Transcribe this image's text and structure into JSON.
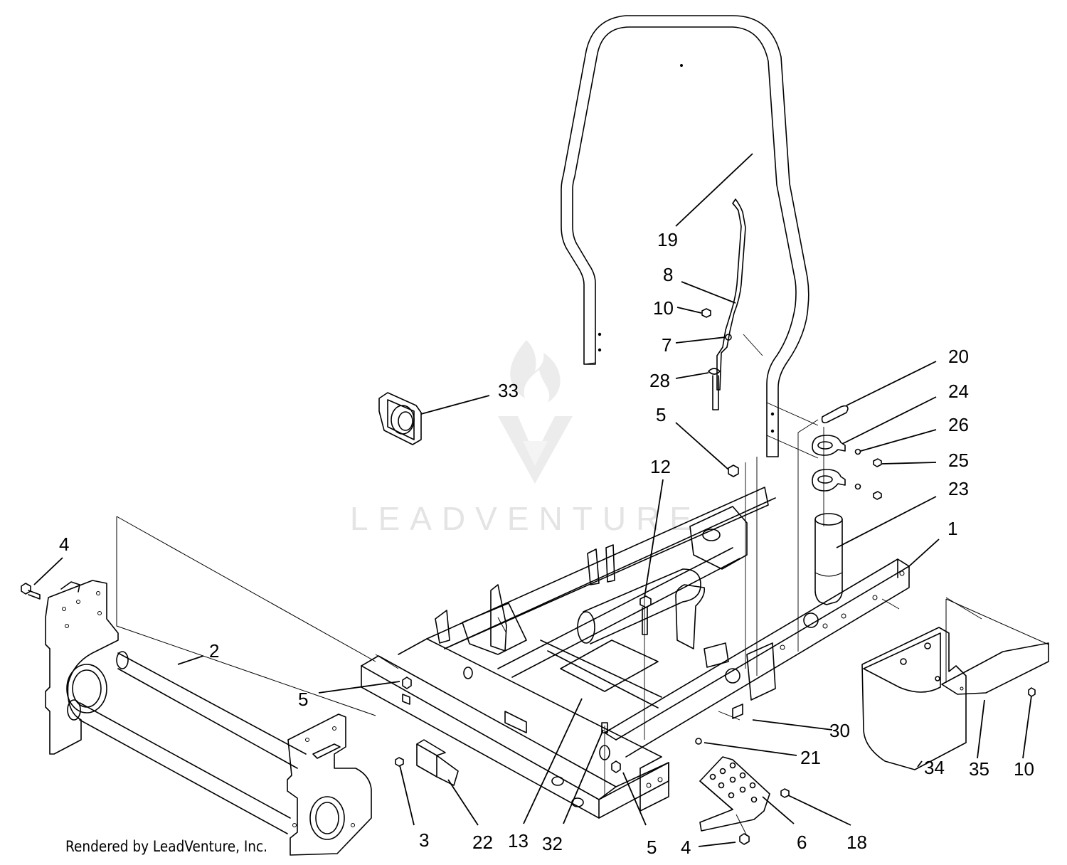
{
  "diagram": {
    "watermark": "LEADVENTURE",
    "credit": "Rendered by LeadVenture, Inc.",
    "callouts": [
      {
        "id": "c19",
        "label": "19"
      },
      {
        "id": "c8",
        "label": "8"
      },
      {
        "id": "c10a",
        "label": "10"
      },
      {
        "id": "c7",
        "label": "7"
      },
      {
        "id": "c28",
        "label": "28"
      },
      {
        "id": "c33",
        "label": "33"
      },
      {
        "id": "c20",
        "label": "20"
      },
      {
        "id": "c24",
        "label": "24"
      },
      {
        "id": "c26",
        "label": "26"
      },
      {
        "id": "c25",
        "label": "25"
      },
      {
        "id": "c23",
        "label": "23"
      },
      {
        "id": "c5a",
        "label": "5"
      },
      {
        "id": "c12",
        "label": "12"
      },
      {
        "id": "c1",
        "label": "1"
      },
      {
        "id": "c4a",
        "label": "4"
      },
      {
        "id": "c2",
        "label": "2"
      },
      {
        "id": "c5b",
        "label": "5"
      },
      {
        "id": "c30",
        "label": "30"
      },
      {
        "id": "c21",
        "label": "21"
      },
      {
        "id": "c34",
        "label": "34"
      },
      {
        "id": "c35",
        "label": "35"
      },
      {
        "id": "c10b",
        "label": "10"
      },
      {
        "id": "c3",
        "label": "3"
      },
      {
        "id": "c22",
        "label": "22"
      },
      {
        "id": "c13",
        "label": "13"
      },
      {
        "id": "c32",
        "label": "32"
      },
      {
        "id": "c5c",
        "label": "5"
      },
      {
        "id": "c4b",
        "label": "4"
      },
      {
        "id": "c6",
        "label": "6"
      },
      {
        "id": "c18",
        "label": "18"
      }
    ]
  }
}
